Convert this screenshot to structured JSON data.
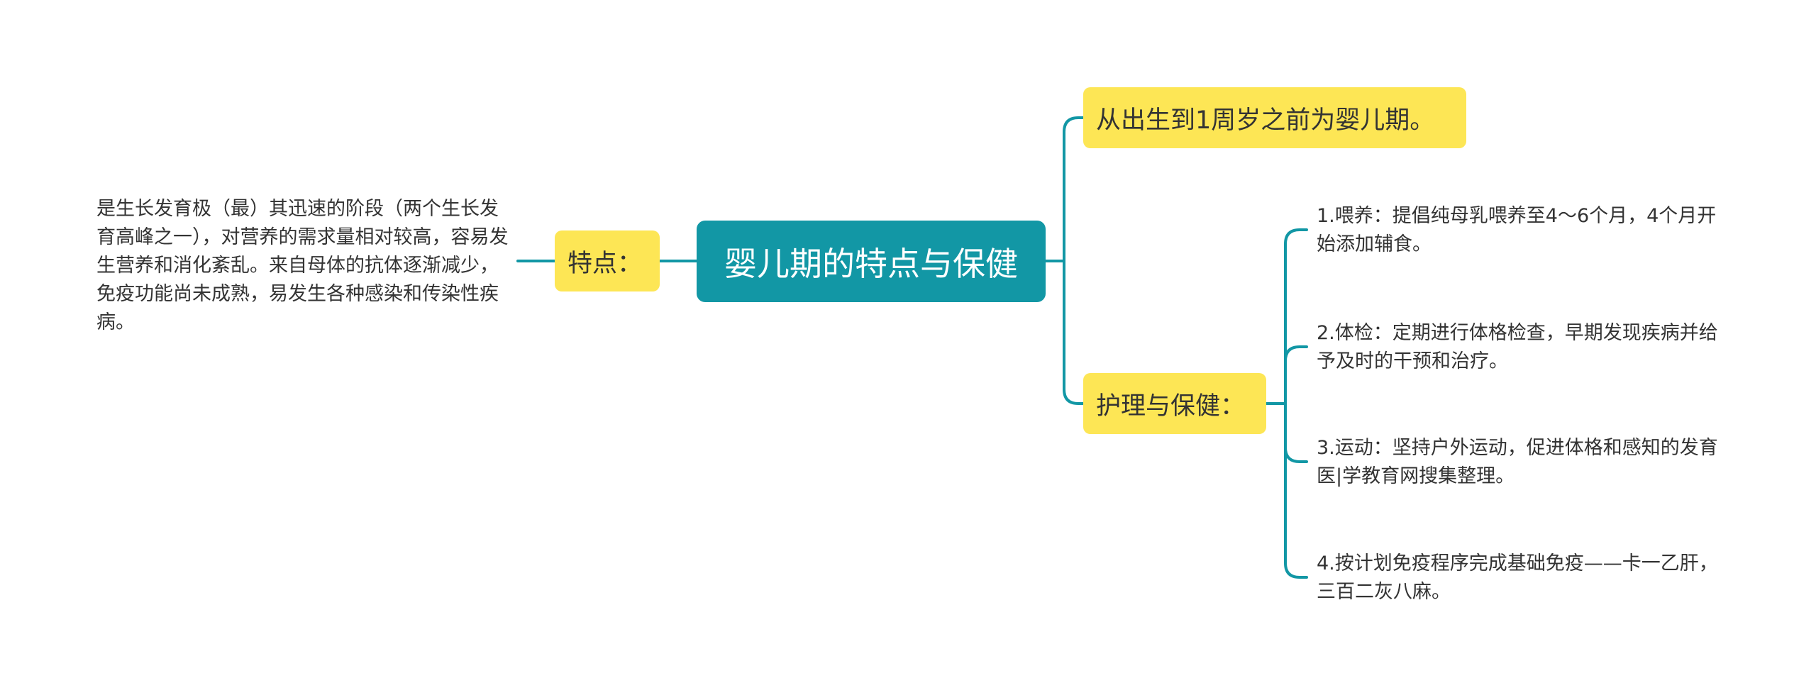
{
  "root": {
    "label": "婴儿期的特点与保健"
  },
  "left": {
    "label": "特点：",
    "description": "是生长发育极（最）其迅速的阶段（两个生长发育高峰之一），对营养的需求量相对较高，容易发生营养和消化紊乱。来自母体的抗体逐渐减少，免疫功能尚未成熟，易发生各种感染和传染性疾病。"
  },
  "right": {
    "definition": "从出生到1周岁之前为婴儿期。",
    "care": {
      "label": "护理与保健：",
      "items": [
        "1.喂养：提倡纯母乳喂养至4～6个月，4个月开始添加辅食。",
        "2.体检：定期进行体格检查，早期发现疾病并给予及时的干预和治疗。",
        "3.运动：坚持户外运动，促进体格和感知的发育医|学教育网搜集整理。",
        "4.按计划免疫程序完成基础免疫——卡一乙肝，三百二灰八麻。"
      ]
    }
  },
  "colors": {
    "connector": "#1297a5",
    "root_fill": "#1297a5",
    "branch_fill": "#fde655",
    "text": "#333333"
  }
}
